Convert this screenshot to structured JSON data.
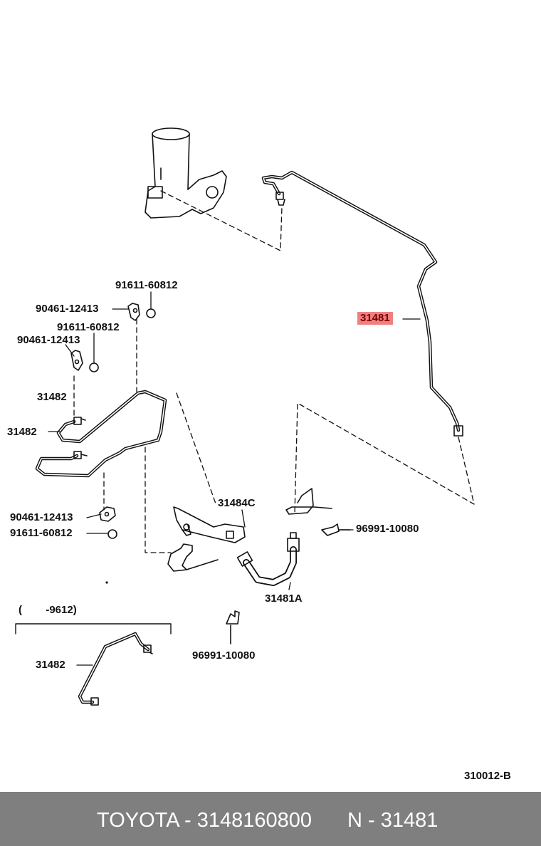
{
  "callouts": {
    "c1": "91611-60812",
    "c2": "90461-12413",
    "c3": "91611-60812",
    "c4": "90461-12413",
    "c5": "31482",
    "c6": "31482",
    "c7": "31481",
    "c8": "31484C",
    "c9": "90461-12413",
    "c10": "91611-60812",
    "c11": "96991-10080",
    "c12": "31481A",
    "c13": "96991-10080",
    "c14": "31482"
  },
  "variant_note": "(        -9612)",
  "drawing_code": "310012-B",
  "highlight_color": "#f08080",
  "footer": {
    "brand_part": "TOYOTA - 3148160800",
    "ref": "N - 31481"
  }
}
